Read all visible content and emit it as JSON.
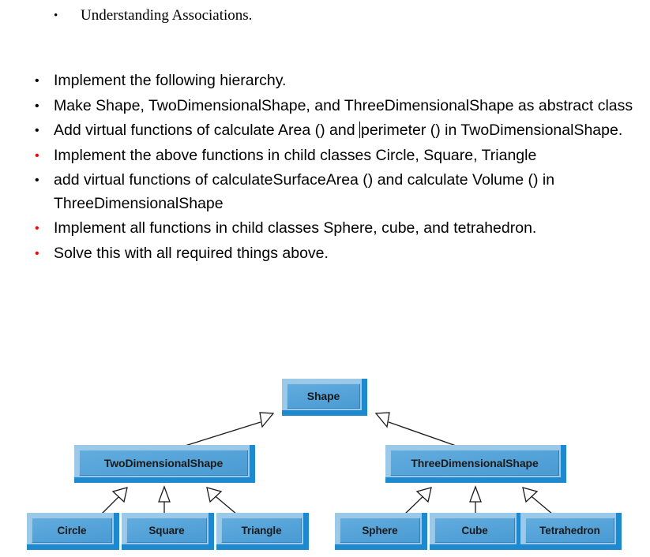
{
  "document": {
    "intro_note": {
      "bullet_glyph": "•",
      "text": "Understanding Associations.",
      "bullet_color": "#000000"
    },
    "requirements": [
      {
        "bullet_glyph": "•",
        "bullet_color": "#000000",
        "text": "Implement the following hierarchy."
      },
      {
        "bullet_glyph": "•",
        "bullet_color": "#000000",
        "text": "Make Shape, TwoDimensionalShape, and ThreeDimensionalShape as abstract class"
      },
      {
        "bullet_glyph": "•",
        "bullet_color": "#000000",
        "text_before_caret": "Add virtual functions of calculate Area () and ",
        "has_caret": true,
        "text_after_caret": "perimeter () in TwoDimensionalShape."
      },
      {
        "bullet_glyph": "•",
        "bullet_color": "#FF0000",
        "text": "Implement the above functions in child classes Circle, Square, Triangle"
      },
      {
        "bullet_glyph": "•",
        "bullet_color": "#000000",
        "text": "add virtual functions of calculateSurfaceArea () and calculate Volume () in ThreeDimensionalShape"
      },
      {
        "bullet_glyph": "•",
        "bullet_color": "#FF0000",
        "text": "Implement all functions in child classes Sphere, cube, and tetrahedron."
      },
      {
        "bullet_glyph": "•",
        "bullet_color": "#FF0000",
        "text": "Solve this with all required things above."
      }
    ]
  },
  "diagram": {
    "type": "uml-class-hierarchy",
    "relationship": "generalization",
    "colors": {
      "box_face_light": "#63ADDE",
      "box_face_dark": "#4A9AD3",
      "box_bevel_light": "#9DC9E8",
      "box_bevel_dark": "#1E89CE",
      "arrow_stroke": "#1A1A1A",
      "arrow_fill": "#FFFFFF",
      "label_color": "#1A1A1A"
    },
    "nodes": {
      "root": {
        "label": "Shape"
      },
      "two_d": {
        "label": "TwoDimensionalShape"
      },
      "three_d": {
        "label": "ThreeDimensionalShape"
      },
      "circle": {
        "label": "Circle"
      },
      "square": {
        "label": "Square"
      },
      "triangle": {
        "label": "Triangle"
      },
      "sphere": {
        "label": "Sphere"
      },
      "cube": {
        "label": "Cube"
      },
      "tetrahedron": {
        "label": "Tetrahedron"
      }
    },
    "edges": [
      {
        "from": "TwoDimensionalShape",
        "to": "Shape"
      },
      {
        "from": "ThreeDimensionalShape",
        "to": "Shape"
      },
      {
        "from": "Circle",
        "to": "TwoDimensionalShape"
      },
      {
        "from": "Square",
        "to": "TwoDimensionalShape"
      },
      {
        "from": "Triangle",
        "to": "TwoDimensionalShape"
      },
      {
        "from": "Sphere",
        "to": "ThreeDimensionalShape"
      },
      {
        "from": "Cube",
        "to": "ThreeDimensionalShape"
      },
      {
        "from": "Tetrahedron",
        "to": "ThreeDimensionalShape"
      }
    ]
  }
}
